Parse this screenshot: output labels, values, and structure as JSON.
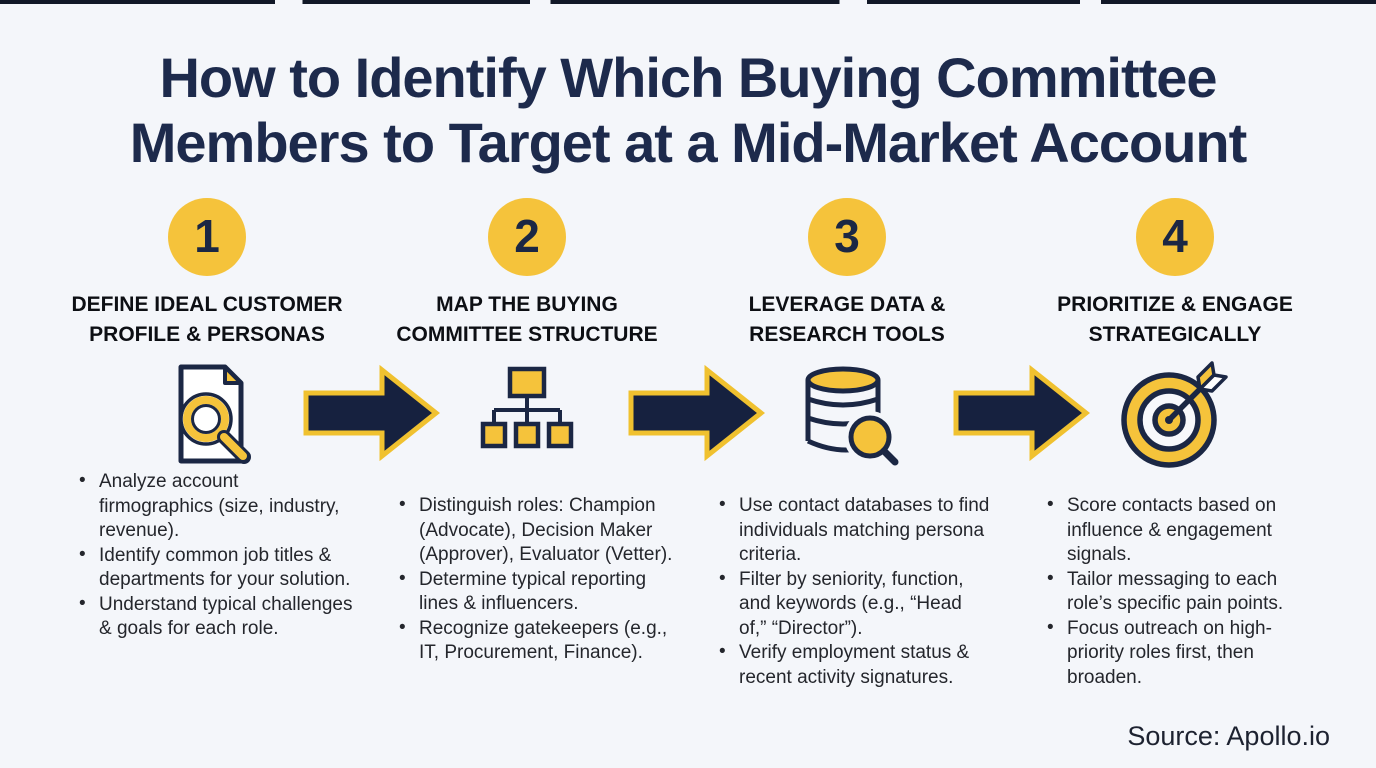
{
  "header": {
    "title_line1": "How to Identify Which Buying Committee",
    "title_line2": "Members to Target at a Mid-Market Account"
  },
  "footer": {
    "source": "Source: Apollo.io"
  },
  "colors": {
    "background": "#f4f6fa",
    "accent_yellow": "#f5c33b",
    "navy": "#1b2744",
    "arrow_fill": "#16213f",
    "arrow_outline": "#f0c12f",
    "title_navy": "#1d2a4c",
    "heading_black": "#0d0f14",
    "body_text": "#24262c"
  },
  "steps": [
    {
      "number": "1",
      "heading": "DEFINE IDEAL CUSTOMER PROFILE & PERSONAS",
      "icon": "document-search-icon",
      "bullets": [
        "Analyze account firmographics (size, industry, revenue).",
        "Identify common job titles & departments for your solution.",
        "Understand typical challenges & goals for each role."
      ]
    },
    {
      "number": "2",
      "heading": "MAP THE BUYING COMMITTEE STRUCTURE",
      "icon": "org-chart-icon",
      "bullets": [
        "Distinguish roles: Champion (Advocate), Decision Maker (Approver), Evaluator (Vetter).",
        "Determine typical reporting lines & influencers.",
        "Recognize gatekeepers (e.g., IT, Procurement, Finance)."
      ]
    },
    {
      "number": "3",
      "heading": "LEVERAGE DATA & RESEARCH TOOLS",
      "icon": "database-search-icon",
      "bullets": [
        "Use contact databases to find individuals matching persona criteria.",
        "Filter by seniority, function, and keywords (e.g., “Head of,” “Director”).",
        "Verify employment status & recent activity signatures."
      ]
    },
    {
      "number": "4",
      "heading": "PRIORITIZE & ENGAGE STRATEGICALLY",
      "icon": "target-arrow-icon",
      "bullets": [
        "Score contacts based on influence & engagement signals.",
        "Tailor messaging to each role’s specific pain points.",
        "Focus outreach on high-priority roles first, then broaden."
      ]
    }
  ]
}
